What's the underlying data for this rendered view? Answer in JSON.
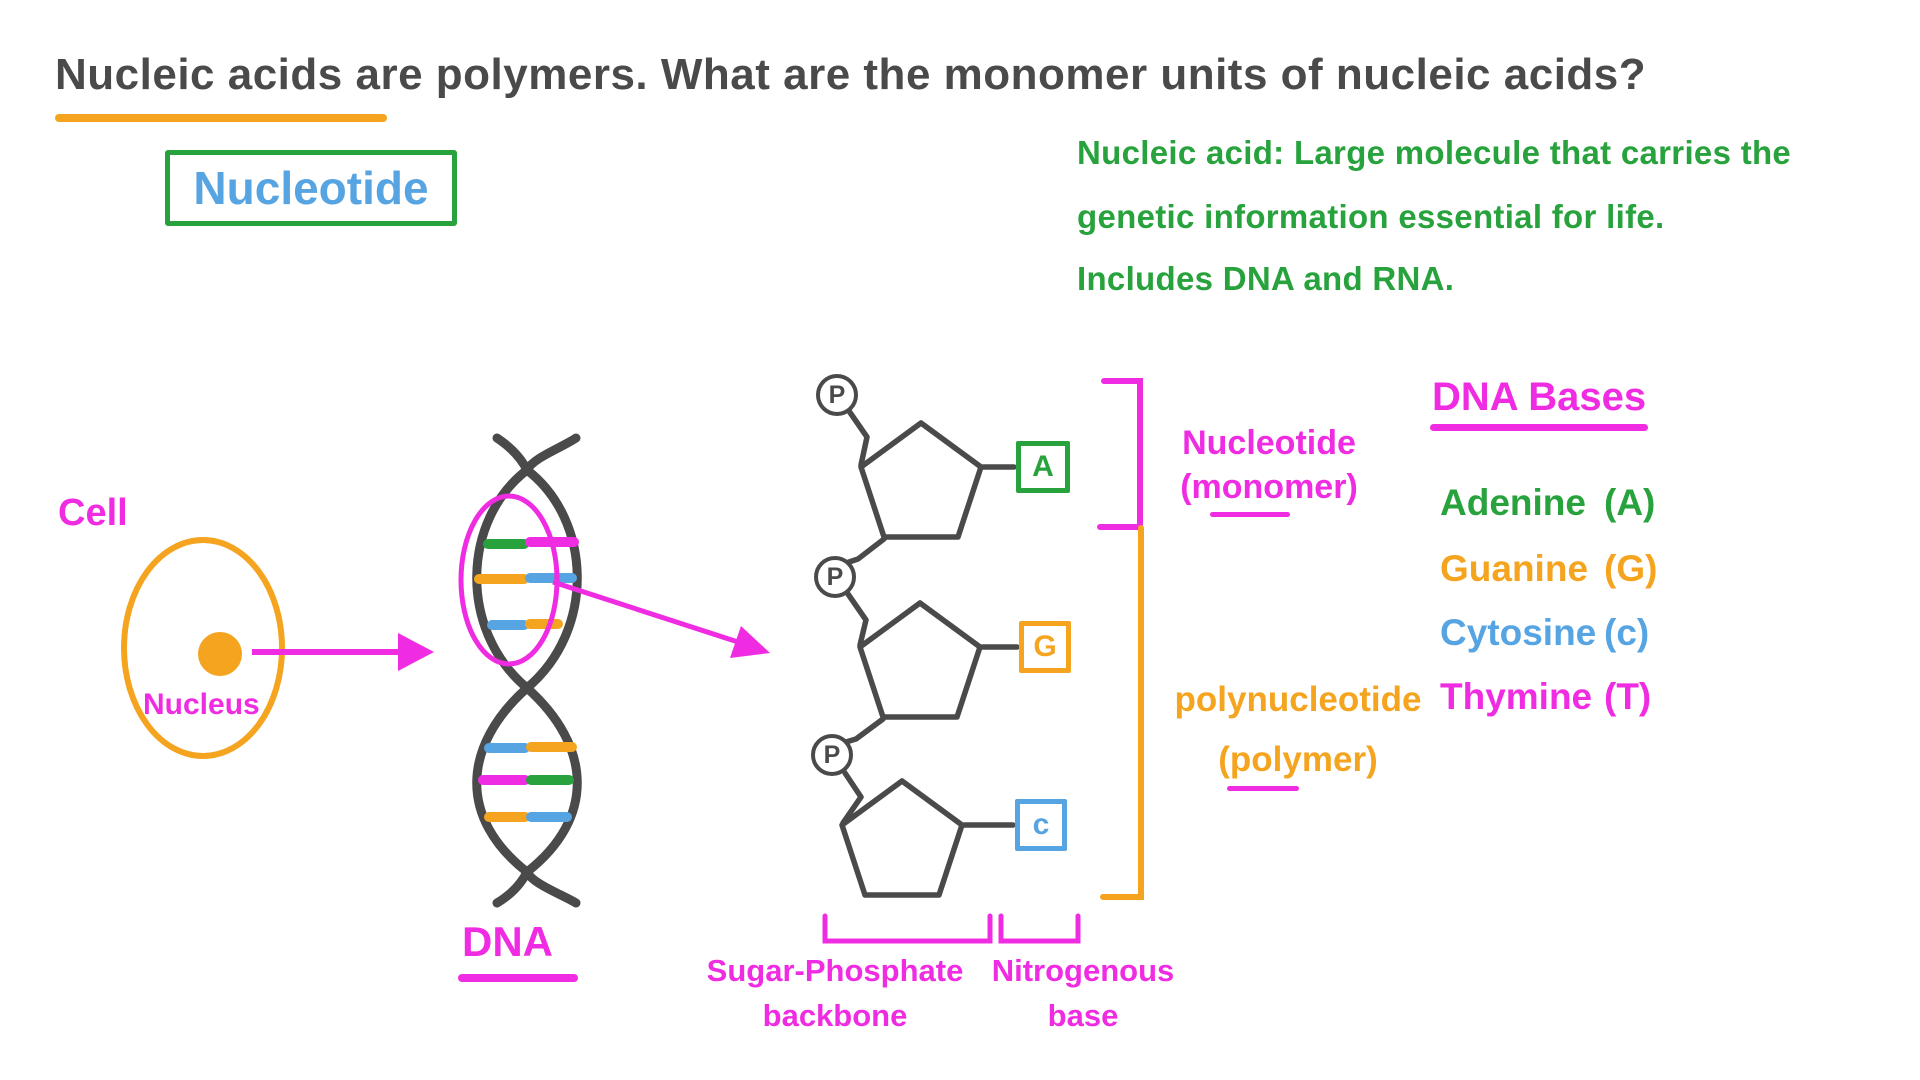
{
  "colors": {
    "ink": "#4a4a4a",
    "pink": "#f02ce2",
    "orange": "#f5a41f",
    "green": "#27a23c",
    "blue": "#57a4e2"
  },
  "title": {
    "underlined": "Nucleic acids",
    "rest": " are polymers. What are the monomer units of nucleic acids?"
  },
  "answer_box": {
    "label": "Nucleotide"
  },
  "definition": {
    "lines": [
      "Nucleic acid: Large molecule that carries the",
      "genetic information essential for life.",
      "Includes DNA and RNA."
    ]
  },
  "cell_diagram": {
    "cell_label": "Cell",
    "nucleus_label": "Nucleus",
    "dna_label": "DNA"
  },
  "dna_helix": {
    "base_pair_rows": [
      [
        "#27a23c",
        "#f02ce2"
      ],
      [
        "#f5a41f",
        "#57a4e2"
      ],
      [
        "#57a4e2",
        "#f5a41f"
      ],
      [
        "#57a4e2",
        "#f5a41f"
      ],
      [
        "#f02ce2",
        "#27a23c"
      ],
      [
        "#f5a41f",
        "#57a4e2"
      ]
    ]
  },
  "chain_diagram": {
    "phosphate_label": "P",
    "nucleotides": [
      {
        "base": "A"
      },
      {
        "base": "G"
      },
      {
        "base": "c"
      }
    ],
    "monomer_label": {
      "line1": "Nucleotide",
      "line2": "(monomer)"
    },
    "polymer_label": {
      "line1": "polynucleotide",
      "line2": "(polymer)"
    },
    "backbone_label": {
      "line1": "Sugar-Phosphate",
      "line2": "backbone"
    },
    "nitrogenous_label": {
      "line1": "Nitrogenous",
      "line2": "base"
    }
  },
  "bases_panel": {
    "title": "DNA Bases",
    "rows": [
      {
        "name": "Adenine",
        "symbol": "(A)",
        "color": "#27a23c"
      },
      {
        "name": "Guanine",
        "symbol": "(G)",
        "color": "#f5a41f"
      },
      {
        "name": "Cytosine",
        "symbol": "(c)",
        "color": "#57a4e2"
      },
      {
        "name": "Thymine",
        "symbol": "(T)",
        "color": "#f02ce2"
      }
    ]
  }
}
